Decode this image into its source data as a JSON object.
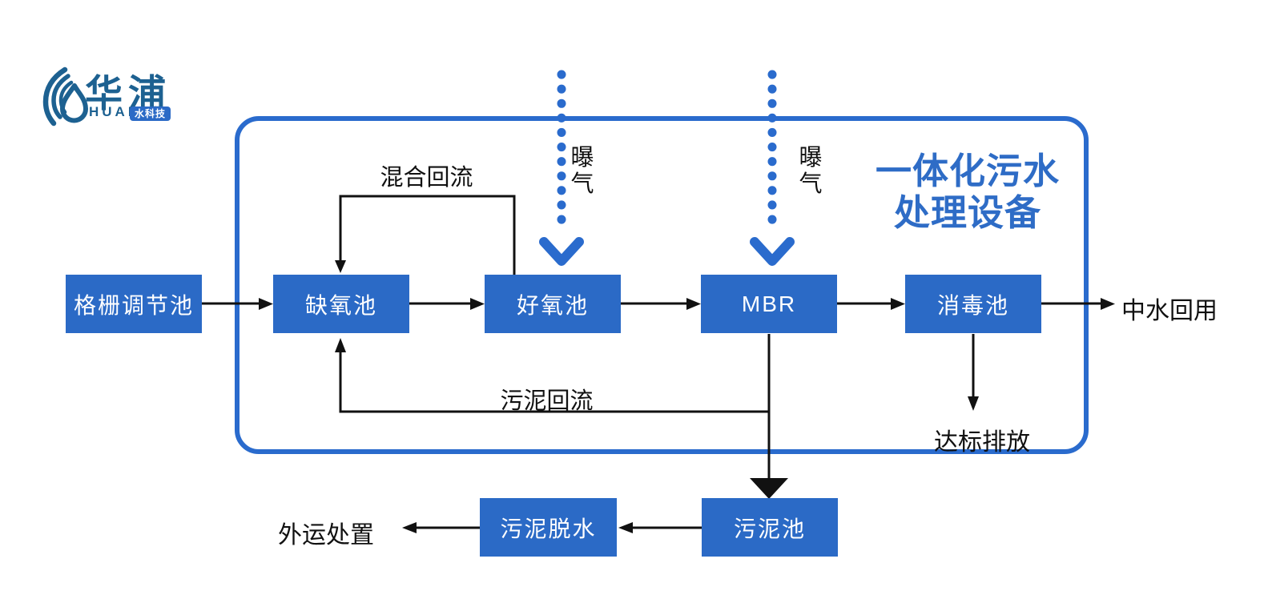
{
  "logo": {
    "name_cn": "华浦",
    "name_en": "HUAPU",
    "badge": "水科技",
    "icon": "water-drop-icon"
  },
  "title": {
    "line1": "一体化污水",
    "line2": "处理设备"
  },
  "nodes": {
    "screen_tank": "格栅调节池",
    "anoxic_tank": "缺氧池",
    "aerobic_tank": "好氧池",
    "mbr": "MBR",
    "disinfection_tank": "消毒池",
    "sludge_tank": "污泥池",
    "sludge_dewatering": "污泥脱水"
  },
  "labels": {
    "mixed_reflux": "混合回流",
    "aeration_aerobic": "曝气",
    "aeration_mbr": "曝气",
    "sludge_reflux": "污泥回流",
    "reclaimed_water_reuse": "中水回用",
    "standard_discharge": "达标排放",
    "offsite_disposal": "外运处置"
  },
  "edges": [
    {
      "from": "格栅调节池",
      "to": "缺氧池"
    },
    {
      "from": "缺氧池",
      "to": "好氧池"
    },
    {
      "from": "好氧池",
      "to": "MBR"
    },
    {
      "from": "MBR",
      "to": "消毒池"
    },
    {
      "from": "消毒池",
      "to": "中水回用"
    },
    {
      "from": "好氧池",
      "to": "缺氧池",
      "label": "混合回流"
    },
    {
      "from": "MBR",
      "to": "缺氧池",
      "label": "污泥回流"
    },
    {
      "from": "消毒池",
      "to": "达标排放"
    },
    {
      "from": "MBR",
      "to": "污泥池"
    },
    {
      "from": "污泥池",
      "to": "污泥脱水"
    },
    {
      "from": "污泥脱水",
      "to": "外运处置"
    },
    {
      "from": "曝气",
      "to": "好氧池"
    },
    {
      "from": "曝气",
      "to": "MBR"
    }
  ],
  "colors": {
    "box_blue": "#2b6ac6",
    "line_blue": "#2a6bcd",
    "title_blue": "#2e6cc6",
    "logo_blue": "#1d6191",
    "ink": "#111111"
  }
}
